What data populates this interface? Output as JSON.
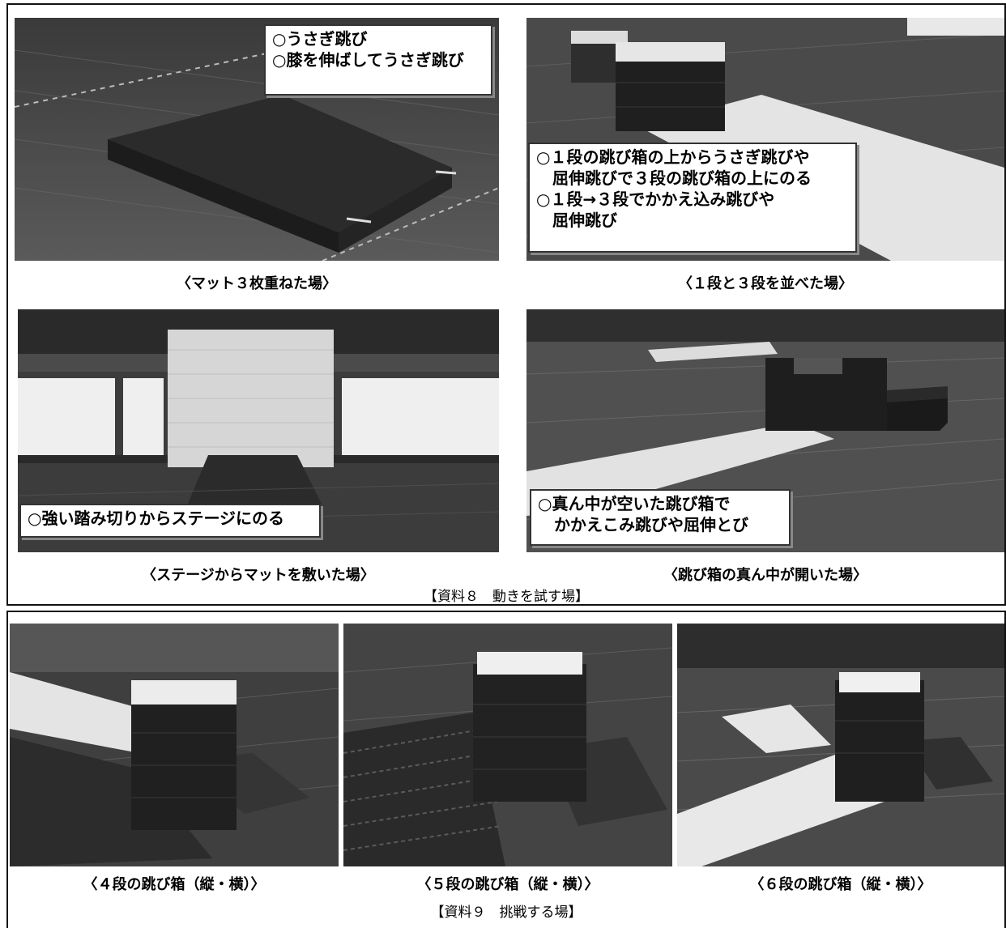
{
  "material8": {
    "title": "【資料８　動きを試す場】",
    "panels": [
      {
        "caption": "〈マット３枚重ねた場〉",
        "callout_lines": [
          "○うさぎ跳び",
          "○膝を伸ばしてうさぎ跳び"
        ]
      },
      {
        "caption": "〈１段と３段を並べた場〉",
        "callout_lines": [
          "○１段の跳び箱の上からうさぎ跳びや",
          "　屈伸跳びで３段の跳び箱の上にのる",
          "○１段→３段でかかえ込み跳びや",
          "　屈伸跳び"
        ]
      },
      {
        "caption": "〈ステージからマットを敷いた場〉",
        "callout_lines": [
          "○強い踏み切りからステージにのる"
        ]
      },
      {
        "caption": "〈跳び箱の真ん中が開いた場〉",
        "callout_lines": [
          "○真ん中が空いた跳び箱で",
          "　かかえこみ跳びや屈伸とび"
        ]
      }
    ]
  },
  "material9": {
    "title": "【資料９　挑戦する場】",
    "panels": [
      {
        "caption": "〈４段の跳び箱（縦・横）〉"
      },
      {
        "caption": "〈５段の跳び箱（縦・横）〉"
      },
      {
        "caption": "〈６段の跳び箱（縦・横）〉"
      }
    ]
  }
}
